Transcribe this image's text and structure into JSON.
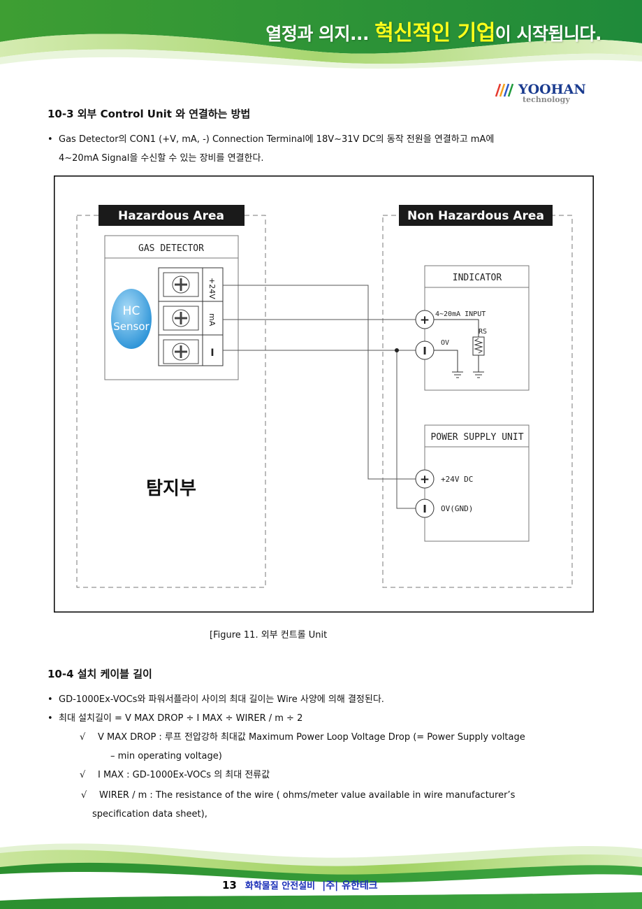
{
  "header": {
    "slogan_a": "열정과 의지... ",
    "slogan_b": "혁신적인 기업",
    "slogan_c": "이 시작됩니다.",
    "logo_main": "YOOHAN",
    "logo_sub": "technology"
  },
  "section_10_3": {
    "title": "10-3 외부 Control Unit 와 연결하는 방법",
    "bullet": "•",
    "line1": "Gas Detector의 CON1 (+V, mA, -) Connection Terminal에 18V~31V DC의 동작 전원을 연결하고 mA에",
    "line2": "4~20mA Signal을 수신할 수 있는 장비를 연결한다."
  },
  "diagram": {
    "hazard_title": "Hazardous Area",
    "nonhazard_title": "Non Hazardous Area",
    "gas_detector": "GAS DETECTOR",
    "sensor_line1": "HC",
    "sensor_line2": "Sensor",
    "term_24v": "+24V",
    "term_ma": "mA",
    "term_minus": "I",
    "region_label": "탐지부",
    "indicator": "INDICATOR",
    "input_label": "4~20mA INPUT",
    "rs_label": "RS",
    "ov_label": "OV",
    "psu": "POWER SUPPLY UNIT",
    "dc_label": "+24V DC",
    "gnd_label": "OV(GND)",
    "plus_sym": "+",
    "minus_sym": "I"
  },
  "caption": "[Figure 11. 외부 컨트롤 Unit",
  "section_10_4": {
    "title": "10-4 설치 케이블 길이",
    "bullet": "•",
    "b1": "GD-1000Ex-VOCs와 파워서플라이 사이의 최대 길이는 Wire 사양에 의해 결정된다.",
    "b2": "최대 설치길이 = V MAX DROP ÷ I MAX ÷ WIRER / m ÷ 2",
    "check": "√",
    "c1a": "V MAX DROP : 루프 전압강하 최대값 Maximum Power Loop Voltage Drop (= Power Supply voltage",
    "c1b": "– min operating voltage)",
    "c2": "I MAX : GD-1000Ex-VOCs 의 최대 전류값",
    "c3a": "WIRER / m : The resistance of the wire ( ohms/meter value available in wire manufacturer’s",
    "c3b": "specification data sheet),"
  },
  "footer": {
    "page": "13",
    "company": "화학물질 안전설비",
    "sep": "|주| 유한테크"
  },
  "colors": {
    "banner_green": "#2f9a2c",
    "banner_light": "#9fd15f",
    "slogan_highlight": "#ffff1a",
    "footer_blue": "#1b2fb8",
    "sensor_blue": "#3aa3e0"
  }
}
